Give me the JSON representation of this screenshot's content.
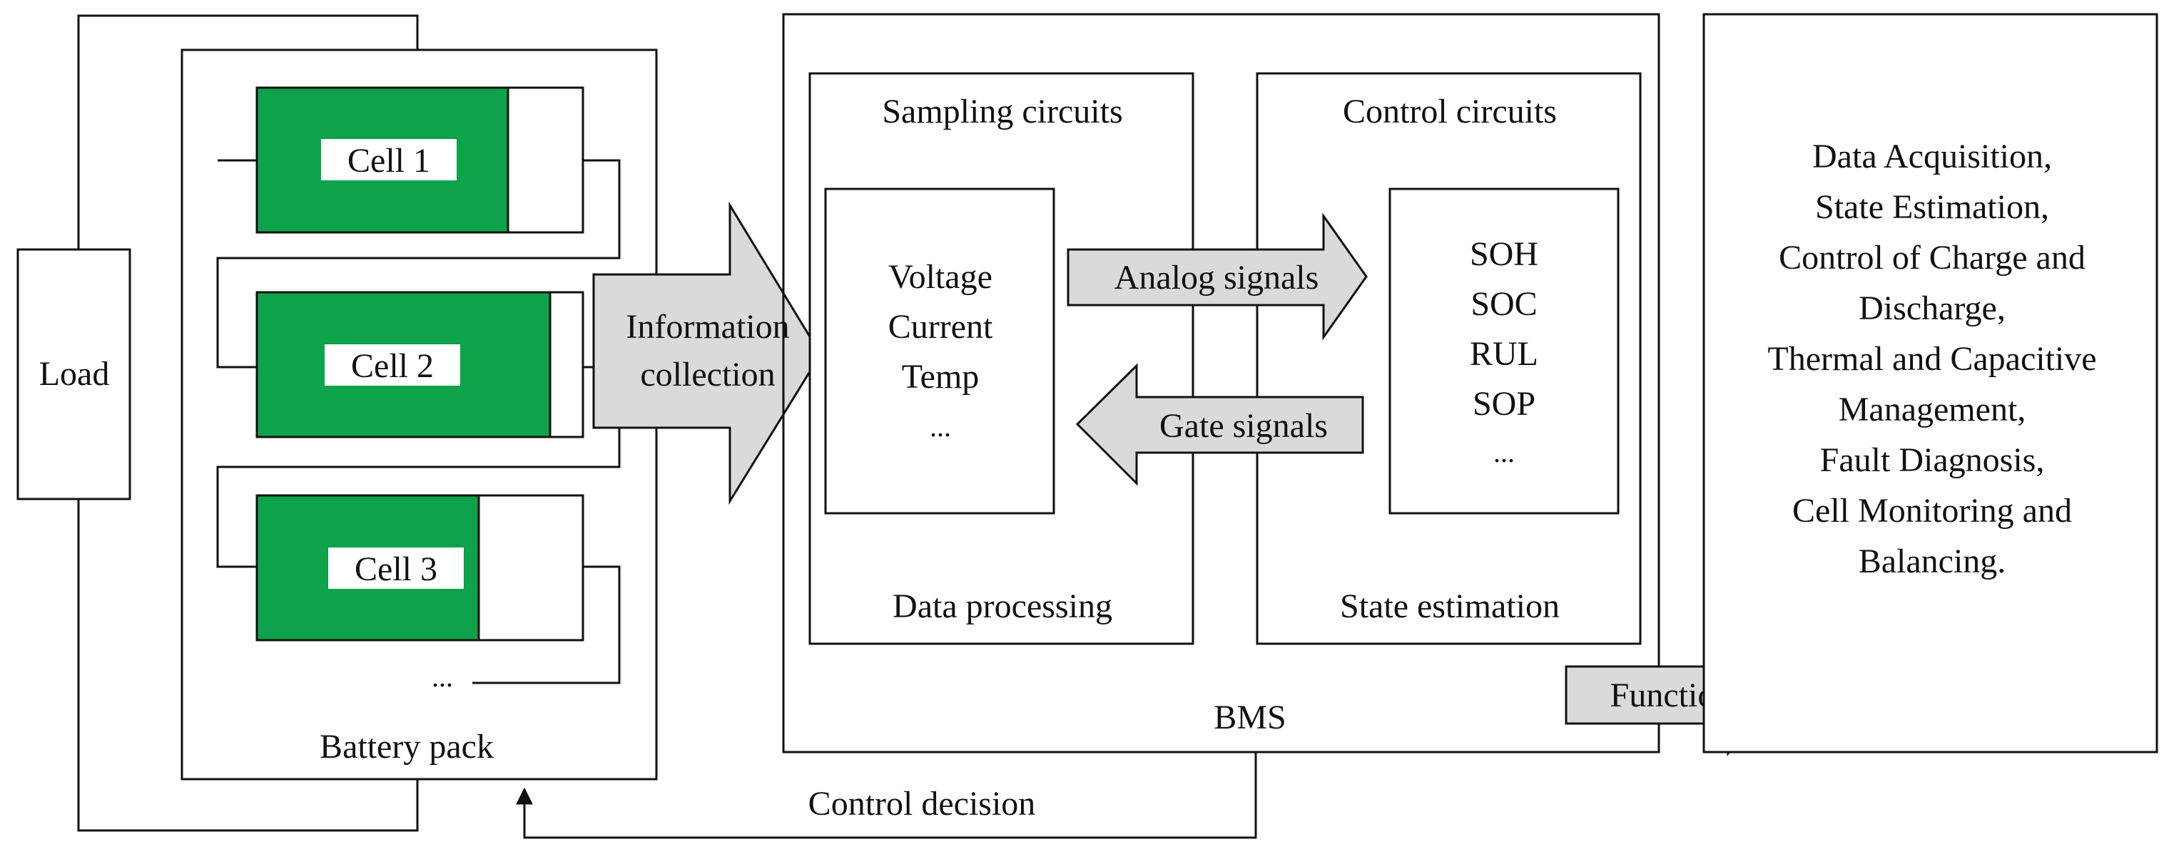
{
  "colors": {
    "cell_fill": "#0ea34a",
    "arrow_fill": "#dadada",
    "line": "#111111"
  },
  "load": {
    "label": "Load"
  },
  "battery_pack": {
    "label": "Battery pack",
    "cells": [
      {
        "label": "Cell 1",
        "charge_fraction": 0.77
      },
      {
        "label": "Cell 2",
        "charge_fraction": 0.9
      },
      {
        "label": "Cell 3",
        "charge_fraction": 0.68
      }
    ],
    "more": "..."
  },
  "info_arrow": {
    "line1": "Information",
    "line2": "collection"
  },
  "bms": {
    "label": "BMS",
    "sampling": {
      "title": "Sampling circuits",
      "items": [
        "Voltage",
        "Current",
        "Temp",
        "..."
      ],
      "footer": "Data processing"
    },
    "control": {
      "title": "Control circuits",
      "items": [
        "SOH",
        "SOC",
        "RUL",
        "SOP",
        "..."
      ],
      "footer": "State estimation"
    },
    "analog_signals": "Analog signals",
    "gate_signals": "Gate signals"
  },
  "function_arrow": "Function",
  "functions": {
    "lines": [
      "Data Acquisition,",
      "State Estimation,",
      "Control of Charge and",
      "Discharge,",
      "Thermal and Capacitive",
      "Management,",
      "Fault Diagnosis,",
      "Cell Monitoring and",
      "Balancing."
    ]
  },
  "control_decision": "Control decision"
}
